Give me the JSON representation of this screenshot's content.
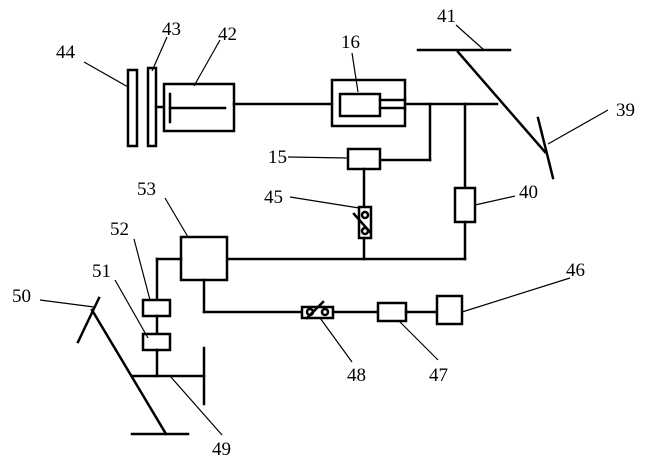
{
  "labels": {
    "l39": "39",
    "l40": "40",
    "l41": "41",
    "l42": "42",
    "l43": "43",
    "l44": "44",
    "l45": "45",
    "l46": "46",
    "l47": "47",
    "l48": "48",
    "l49": "49",
    "l50": "50",
    "l51": "51",
    "l52": "52",
    "l53": "53",
    "l15": "15",
    "l16": "16"
  }
}
